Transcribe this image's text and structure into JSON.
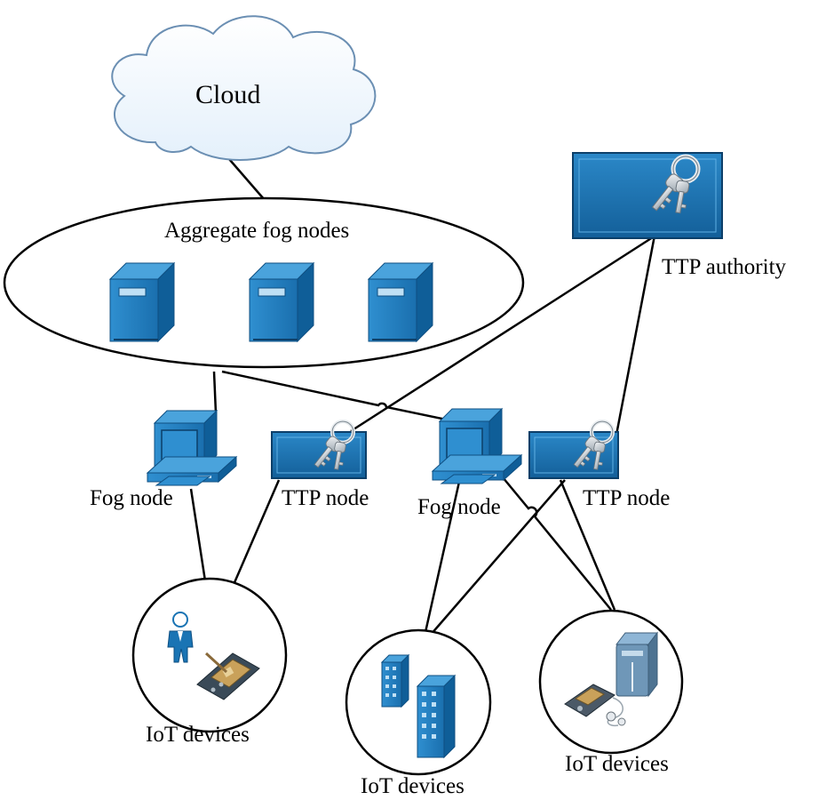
{
  "labels": {
    "cloud": "Cloud",
    "aggregate": "Aggregate fog nodes",
    "ttp_authority": "TTP authority",
    "fog_node_left": "Fog node",
    "ttp_node_left": "TTP node",
    "fog_node_right": "Fog node",
    "ttp_node_right": "TTP node",
    "iot_left": "IoT devices",
    "iot_middle": "IoT devices",
    "iot_right": "IoT devices"
  },
  "colors": {
    "device_blue": "#1a74b4",
    "device_dark": "#0f4f82",
    "device_light": "#3d98d4",
    "cloud_fill": "#f2f8ff",
    "cloud_stroke": "#6b8fb3",
    "key_silver": "#cfd6dc",
    "line": "#000000"
  },
  "icons": [
    "cloud-icon",
    "server-tower-icon",
    "desktop-computer-icon",
    "key-panel-icon",
    "person-icon",
    "tablet-device-icon",
    "office-buildings-icon",
    "media-player-icon",
    "router-icon"
  ]
}
